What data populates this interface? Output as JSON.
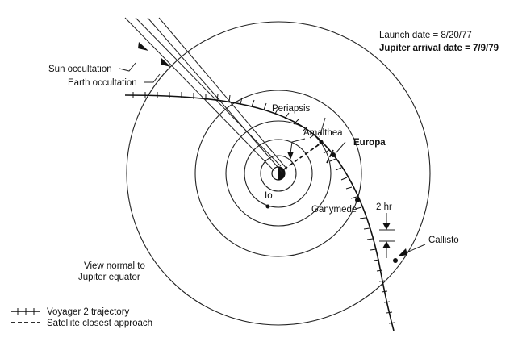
{
  "launch_date": "Launch date = 8/20/77",
  "arrival_date": "Jupiter arrival date = 7/9/79",
  "labels": {
    "sun_occultation": "Sun occultation",
    "earth_occultation": "Earth occultation",
    "periapsis": "Periapsis",
    "amalthea": "Amalthea",
    "europa": "Europa",
    "io": "Io",
    "ganymede": "Ganymede",
    "two_hr": "2 hr",
    "callisto": "Callisto",
    "view_line1": "View normal to",
    "view_line2": "Jupiter equator"
  },
  "legend": {
    "trajectory": "Voyager 2 trajectory",
    "closest_approach": "Satellite closest approach"
  }
}
